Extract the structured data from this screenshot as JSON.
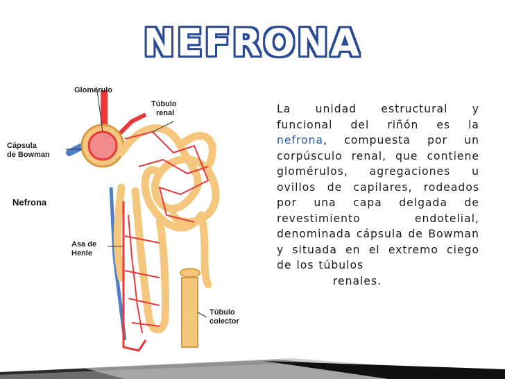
{
  "title": "NEFRONA",
  "labels": {
    "glomerulo": "Glomérulo",
    "tubulo_renal_1": "Túbulo",
    "tubulo_renal_2": "renal",
    "capsula_1": "Cápsula",
    "capsula_2": "de Bowman",
    "nefrona": "Nefrona",
    "asa_1": "Asa de",
    "asa_2": "Henle",
    "colector_1": "Túbulo",
    "colector_2": "colector"
  },
  "text": {
    "part1": "La unidad estructural y funcional del riñón es la ",
    "highlight": "nefrona",
    "part2": ", compuesta por un corpúsculo renal, que contiene glomérulos, agregaciones u ovillos de capilares, rodeados por una capa delgada de revestimiento endotelial, denominada cápsula de Bowman y situada en el extremo ciego de los túbulos",
    "last": "renales."
  },
  "colors": {
    "title_outline": "#2a4b94",
    "highlight": "#2a5bb0",
    "tubule": "#f5c77e",
    "vessel_red": "#e8383a",
    "vessel_blue": "#4f7fc4"
  }
}
